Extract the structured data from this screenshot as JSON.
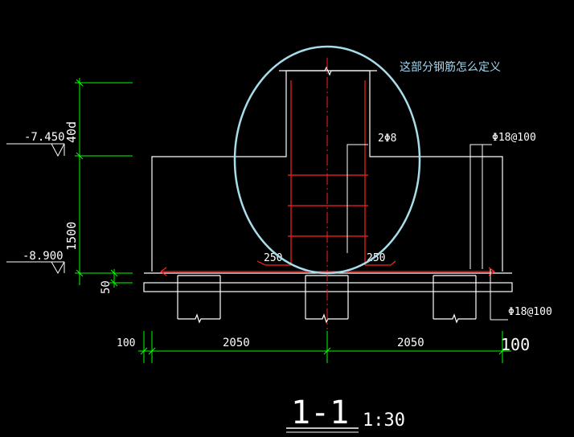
{
  "annotation": {
    "question": "这部分钢筋怎么定义"
  },
  "levels": {
    "top": "-7.450",
    "bottom": "-8.900"
  },
  "vertical_dims": {
    "d40": "40d",
    "d1500": "1500",
    "d50": "50"
  },
  "horizontal_dims": {
    "left_edge": "100",
    "left_span": "2050",
    "right_span": "2050",
    "right_edge": "100"
  },
  "rebar_labels": {
    "column_bars": "2Φ8",
    "top_mesh": "Φ18@100",
    "bottom_mesh": "Φ18@100"
  },
  "cover_labels": {
    "left": "250",
    "right": "250"
  },
  "section": {
    "name": "1-1",
    "scale": "1:30"
  },
  "colors": {
    "background": "#000000",
    "outline": "#ffffff",
    "dimension": "#00ff00",
    "rebar": "#ff2020",
    "highlight": "#a8dcea"
  }
}
